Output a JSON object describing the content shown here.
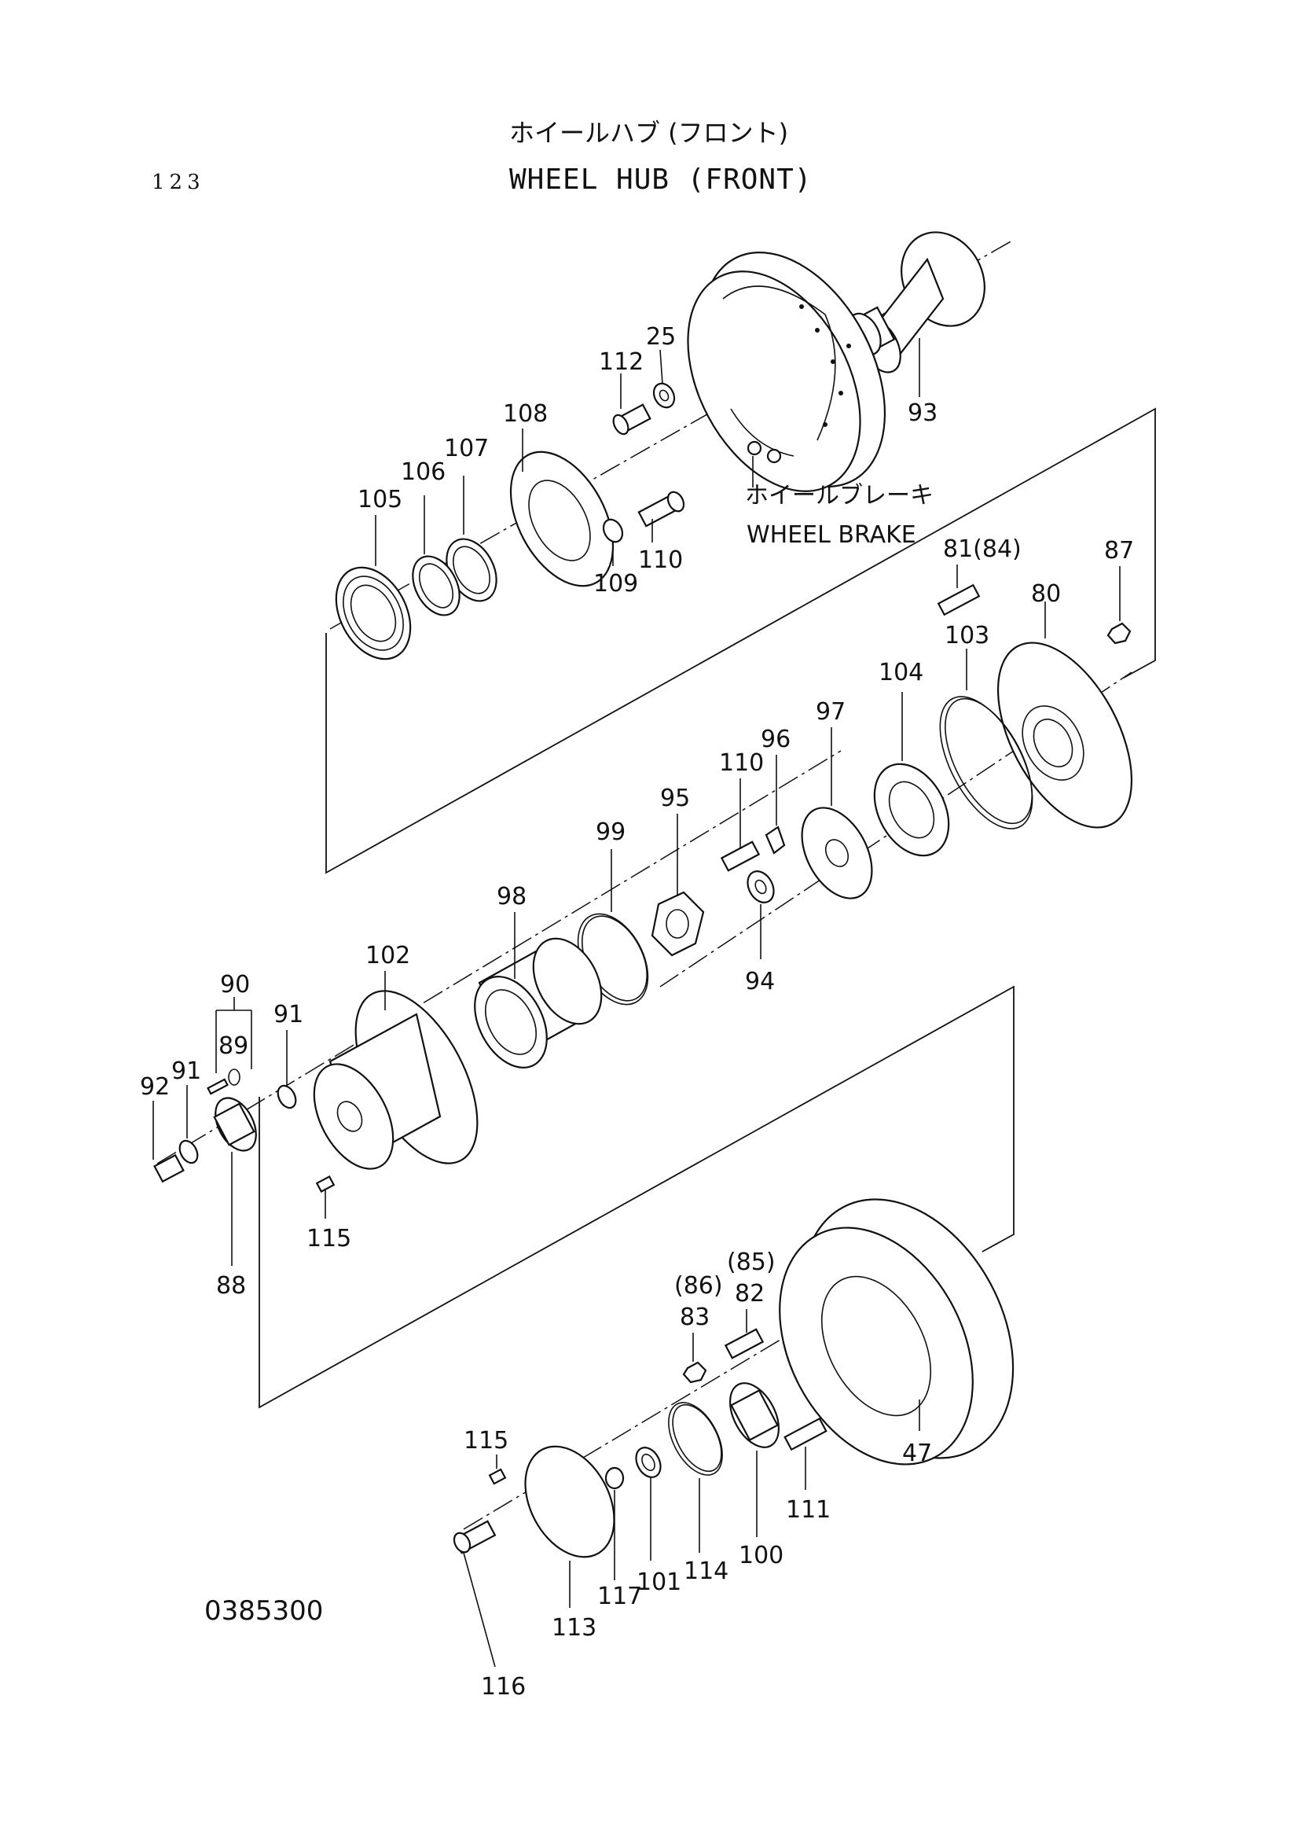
{
  "header": {
    "page_number": "123",
    "title_jp": "ホイールハブ (フロント)",
    "title_en": "WHEEL HUB (FRONT)"
  },
  "callouts": {
    "wheel_brake_jp": "ホイールブレーキ",
    "wheel_brake_en": "WHEEL BRAKE"
  },
  "labels": {
    "p25": "25",
    "p112a": "112",
    "p93": "93",
    "p108": "108",
    "p107": "107",
    "p106": "106",
    "p105": "105",
    "p109": "109",
    "p110a": "110",
    "p81": "81(84)",
    "p87": "87",
    "p80": "80",
    "p103": "103",
    "p104": "104",
    "p97": "97",
    "p96": "96",
    "p110b": "110",
    "p95": "95",
    "p99": "99",
    "p94": "94",
    "p98": "98",
    "p102": "102",
    "p90": "90",
    "p91a": "91",
    "p89": "89",
    "p92": "92",
    "p91b": "91",
    "p88": "88",
    "p115a": "115",
    "p85": "(85)",
    "p82": "82",
    "p86": "(86)",
    "p83": "83",
    "p47": "47",
    "p115b": "115",
    "p111": "111",
    "p100": "100",
    "p114": "114",
    "p101": "101",
    "p117": "117",
    "p113": "113",
    "p116": "116"
  },
  "footer": {
    "document_number": "0385300"
  }
}
